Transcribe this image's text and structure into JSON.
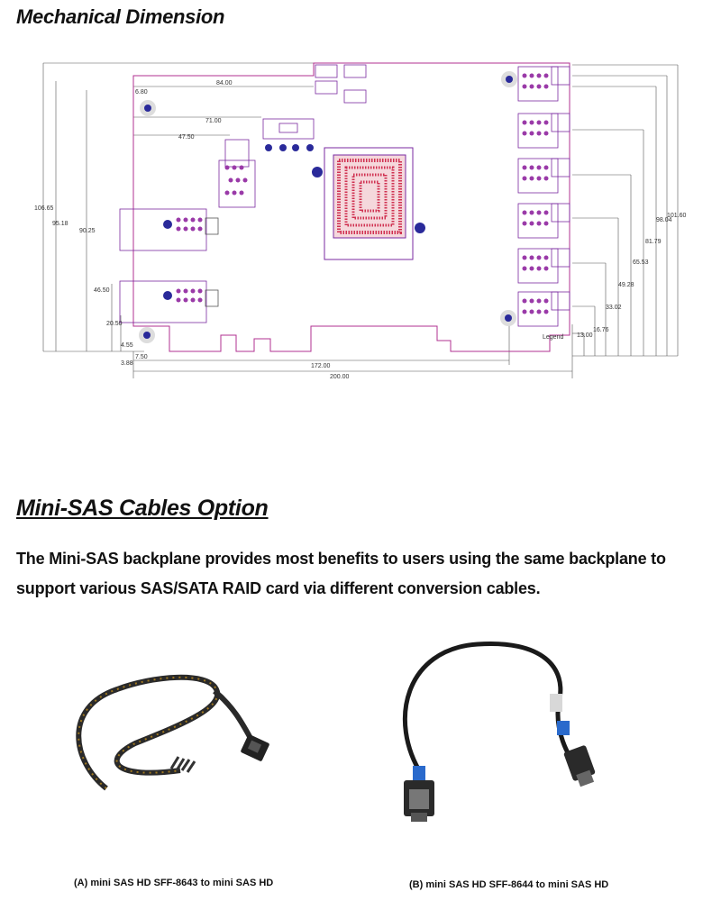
{
  "mechanical": {
    "title": "Mechanical Dimension",
    "dimensions": [
      "84.00",
      "6.80",
      "71.00",
      "47.50",
      "106.65",
      "95.18",
      "90.25",
      "46.50",
      "20.50",
      "4.55",
      "3.88",
      "7.50",
      "172.00",
      "200.00",
      "101.60",
      "98.04",
      "81.79",
      "65.53",
      "49.28",
      "33.02",
      "16.76",
      "13.00"
    ],
    "logo_text": "Legend"
  },
  "sas": {
    "title": "Mini-SAS Cables Option",
    "intro": "The Mini-SAS backplane provides most benefits to users using the same backplane to support various SAS/SATA RAID card via different conversion cables."
  },
  "cables": [
    {
      "caption": "(A) mini SAS HD SFF-8643 to mini SAS HD"
    },
    {
      "caption": "(B) mini SAS HD SFF-8644 to mini SAS HD"
    }
  ],
  "colors": {
    "board_outline": "#b03090",
    "connector": "#7a2aa0",
    "chip": "#d03050",
    "mount_hole": "#2a2a9a",
    "dim_line": "#555555"
  }
}
